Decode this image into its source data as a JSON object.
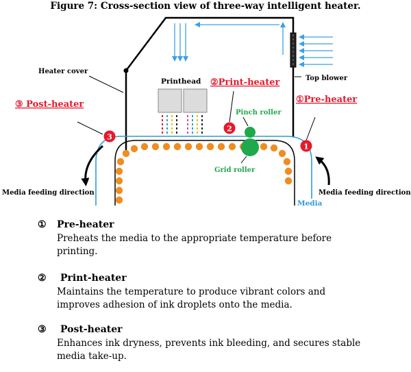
{
  "title": "Figure 7: Cross-section view of three-way intelligent heater.",
  "labels": {
    "heater_cover": "Heater cover",
    "top_blower": "Top blower",
    "printhead": "Printhead",
    "print_heater": "②Print-heater",
    "post_heater": "③  Post-heater",
    "pre_heater": "①Pre-heater",
    "pinch_roller": "Pinch roller",
    "grid_roller": "Grid roller",
    "media": "Media",
    "feed_left": "Media feeding direction",
    "feed_right": "Media feeding direction",
    "badge1": "1",
    "badge2": "2",
    "badge3": "3"
  },
  "colors": {
    "heater_red": "#e8182c",
    "green": "#1fa84c",
    "media_blue": "#2e9bd6",
    "air_blue": "#3aa0e8",
    "dot_orange": "#f08c20",
    "head_gray": "#dcdcdc"
  },
  "descriptions": [
    {
      "num": "①",
      "name": "Pre-heater",
      "text": "Preheats the media to the appropriate temperature before printing."
    },
    {
      "num": "②",
      "name": "Print-heater",
      "text": "Maintains the temperature to produce vibrant colors and improves adhesion of ink droplets onto the media."
    },
    {
      "num": "③",
      "name": "Post-heater",
      "text": "Enhances ink dryness, prevents ink bleeding, and secures stable media take-up."
    }
  ]
}
